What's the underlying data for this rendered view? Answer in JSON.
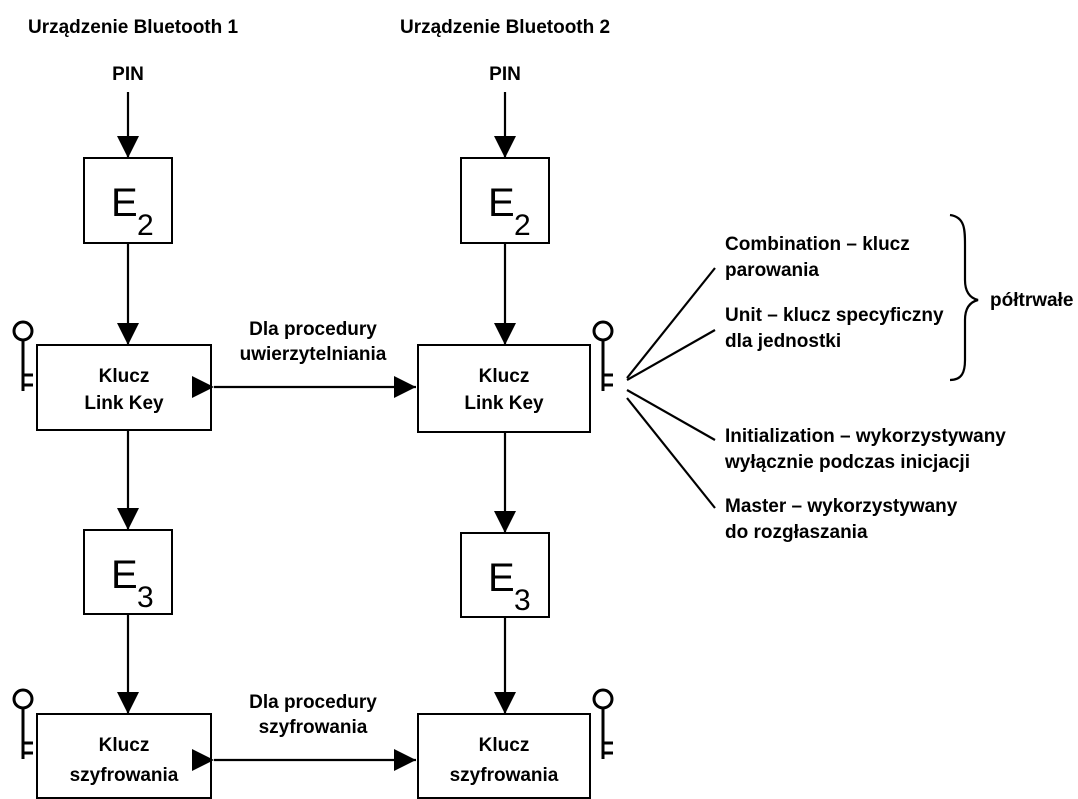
{
  "devices": {
    "device1_title": "Urządzenie Bluetooth 1",
    "device2_title": "Urządzenie Bluetooth 2"
  },
  "pin_label": "PIN",
  "e2_symbol": "E",
  "e2_subscript": "2",
  "e3_symbol": "E",
  "e3_subscript": "3",
  "link_key_box": {
    "line1": "Klucz",
    "line2": "Link Key"
  },
  "cipher_key_box": {
    "line1": "Klucz",
    "line2": "szyfrowania"
  },
  "auth_procedure": {
    "line1": "Dla procedury",
    "line2": "uwierzytelniania"
  },
  "cipher_procedure": {
    "line1": "Dla procedury",
    "line2": "szyfrowania"
  },
  "key_types": [
    {
      "line1": "Combination – klucz",
      "line2": "parowania"
    },
    {
      "line1": "Unit – klucz specyficzny",
      "line2": "dla jednostki"
    },
    {
      "line1": "Initialization – wykorzystywany",
      "line2": "wyłącznie podczas inicjacji"
    },
    {
      "line1": "Master – wykorzystywany",
      "line2": "do rozgłaszania"
    }
  ],
  "semi_permanent_label": "półtrwałe",
  "icons": {
    "key": "key-icon"
  }
}
